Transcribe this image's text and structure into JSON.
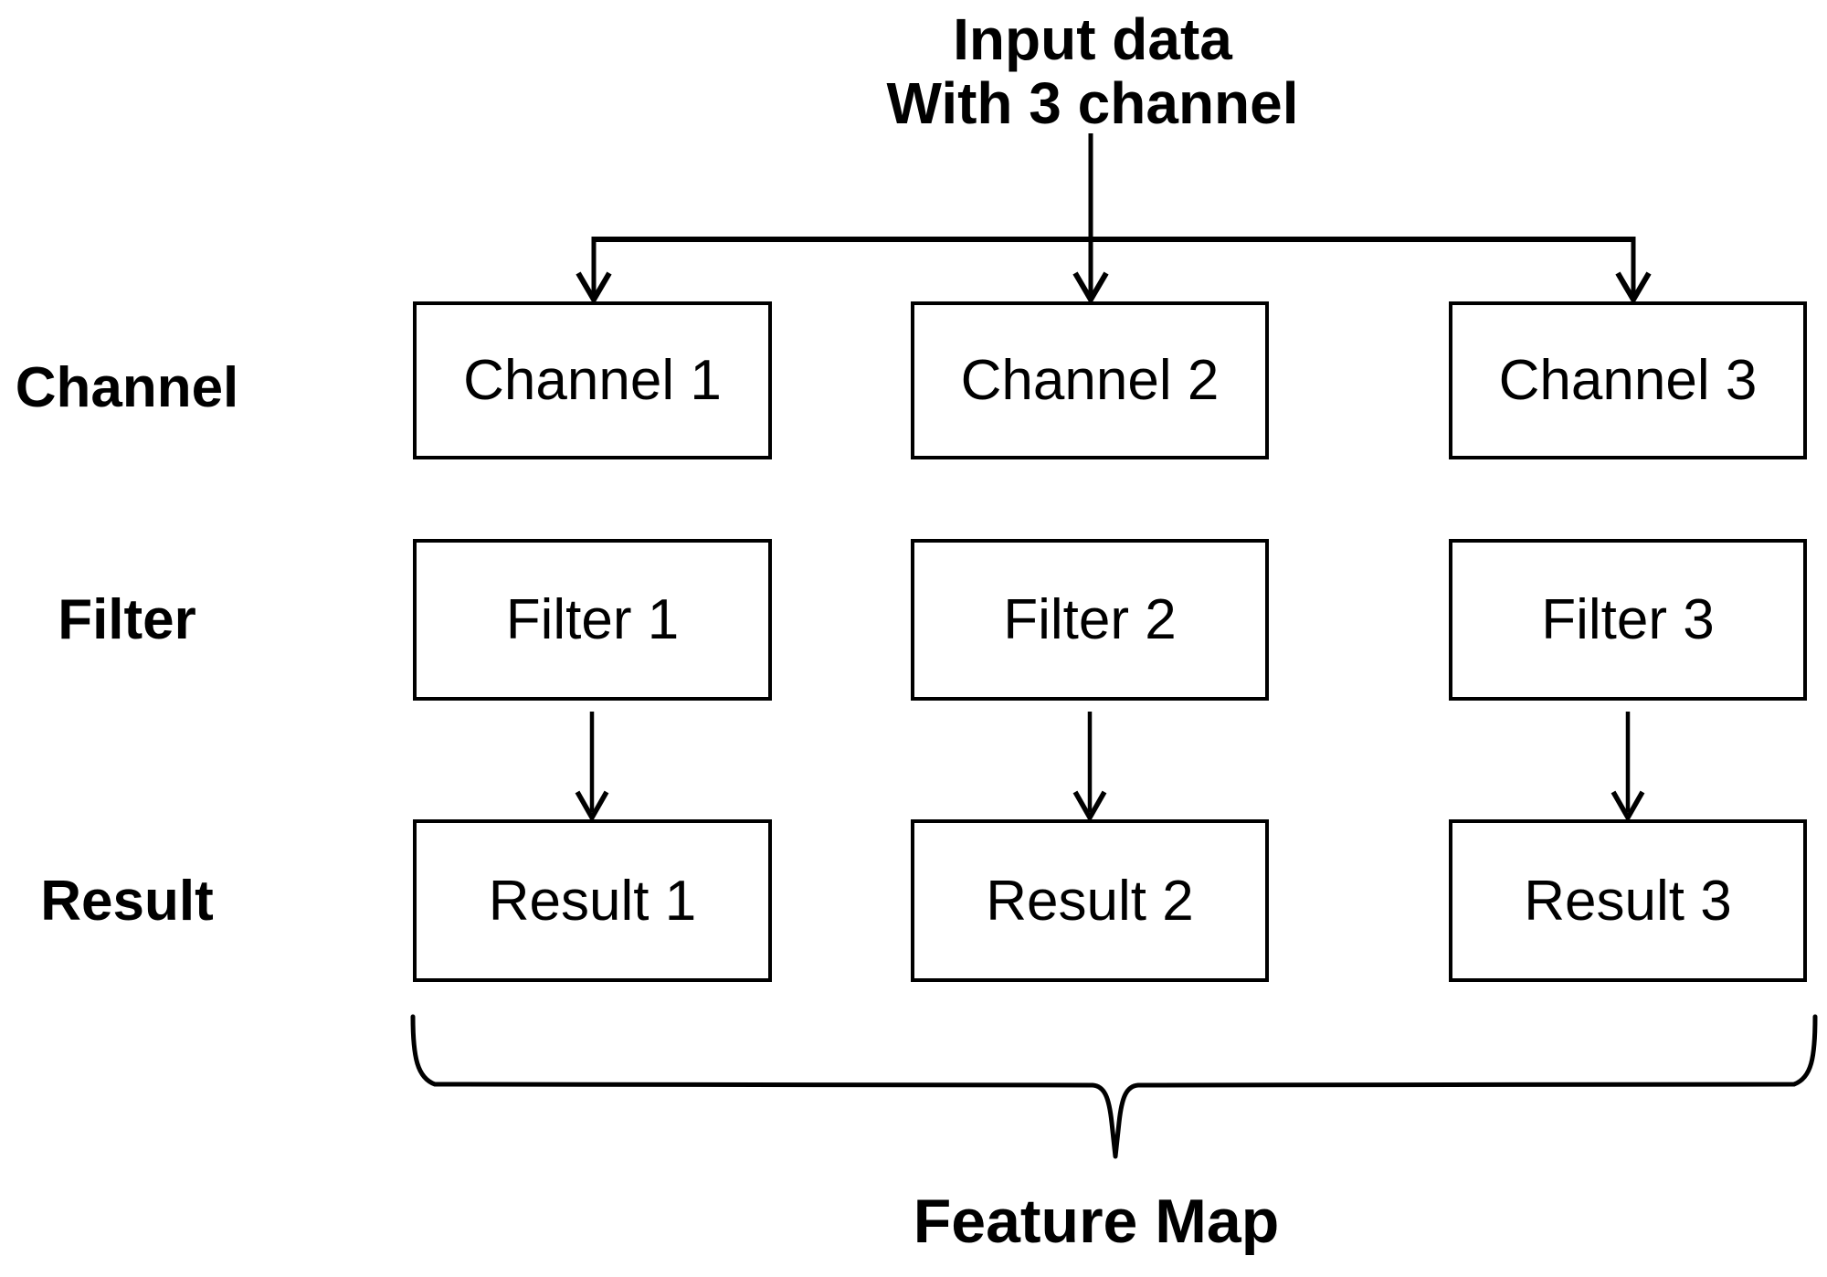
{
  "title": {
    "line1": "Input data",
    "line2": "With 3 channel"
  },
  "row_labels": {
    "channel": "Channel",
    "filter": "Filter",
    "result": "Result"
  },
  "columns": [
    {
      "channel": "Channel 1",
      "filter": "Filter 1",
      "result": "Result 1"
    },
    {
      "channel": "Channel 2",
      "filter": "Filter 2",
      "result": "Result 2"
    },
    {
      "channel": "Channel 3",
      "filter": "Filter 3",
      "result": "Result 3"
    }
  ],
  "brace_label": "Feature Map",
  "colors": {
    "ink": "#000000",
    "background": "#ffffff"
  }
}
